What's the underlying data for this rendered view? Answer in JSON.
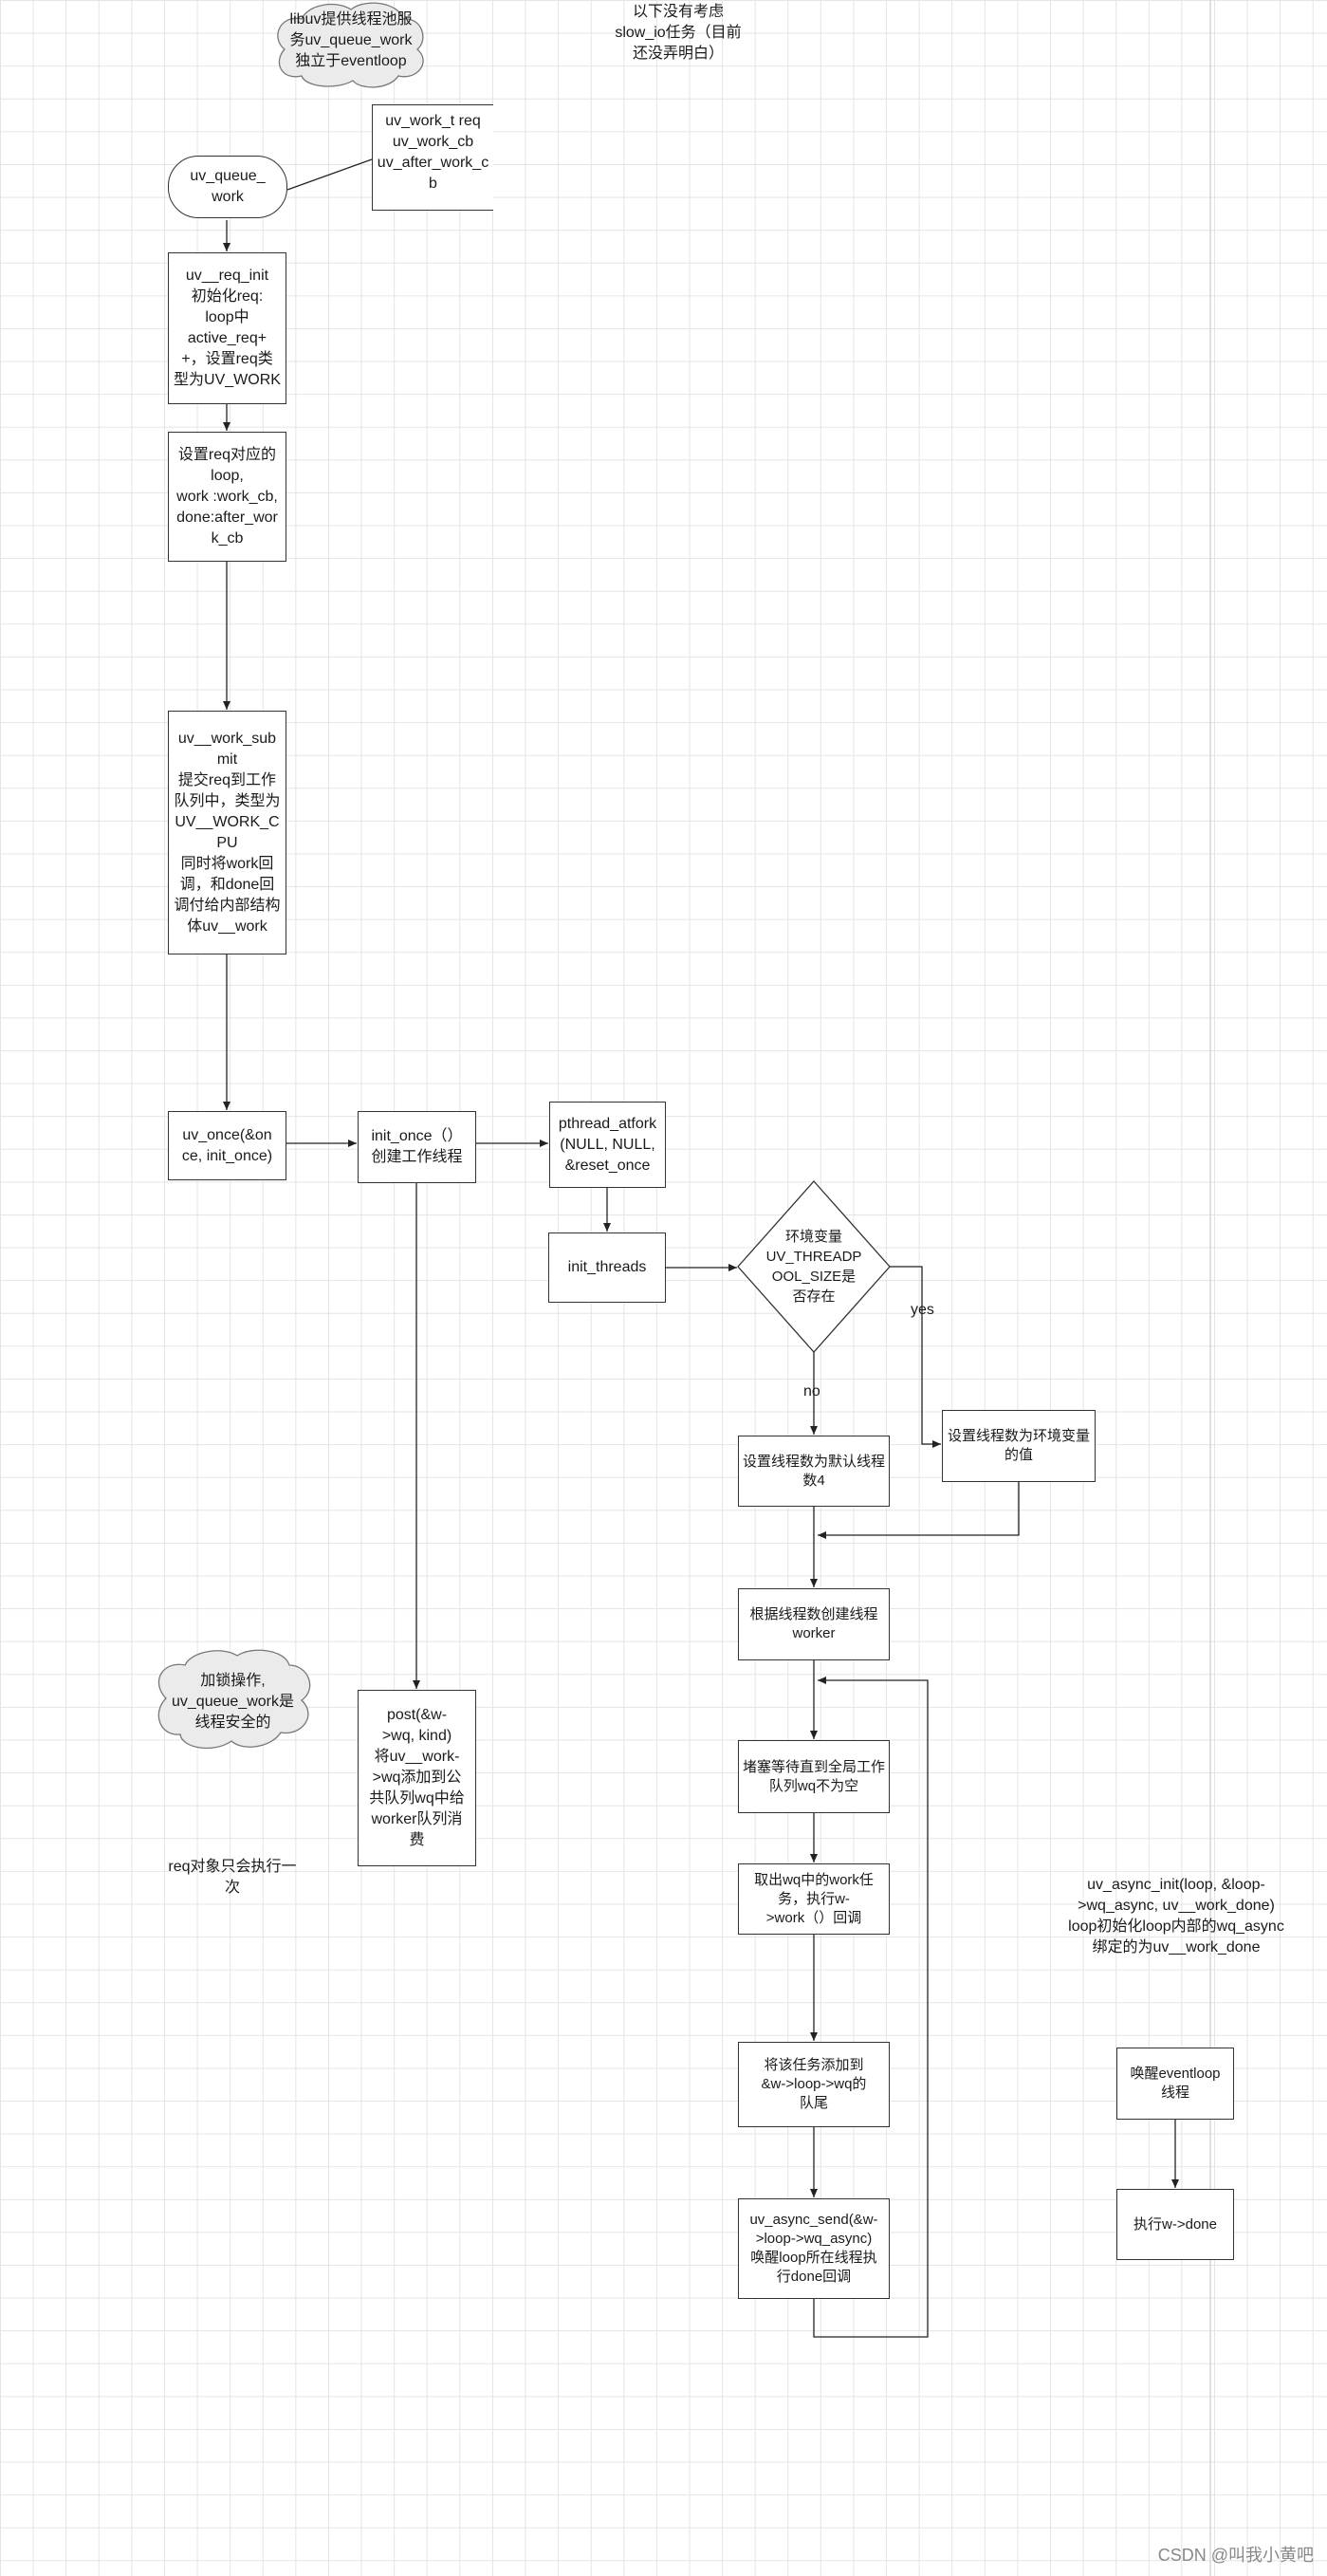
{
  "clouds": {
    "libuv_pool": "libuv提供线程池服\n务uv_queue_work\n独立于eventloop",
    "thread_safe": "加锁操作,\nuv_queue_work是\n线程安全的"
  },
  "notes": {
    "slow_io": "以下没有考虑\nslow_io任务（目前\n还没弄明白）",
    "req_once": "req对象只会执行一\n次",
    "async_init": "uv_async_init(loop, &loop-\n>wq_async, uv__work_done)\nloop初始化loop内部的wq_async\n绑定的为uv__work_done",
    "queue_params": "uv_work_t req\nuv_work_cb\nuv_after_work_c\nb"
  },
  "nodes": {
    "queue_work": "uv_queue_\nwork",
    "req_init": "uv__req_init\n初始化req:\nloop中\nactive_req+\n+，设置req类\n型为UV_WORK",
    "set_loop": "设置req对应的\nloop,\nwork :work_cb,\ndone:after_wor\nk_cb",
    "work_submit": "uv__work_sub\nmit\n提交req到工作\n队列中，类型为\nUV__WORK_C\nPU\n同时将work回\n调，和done回\n调付给内部结构\n体uv__work",
    "uv_once": "uv_once(&on\nce, init_once)",
    "init_once": "init_once（）\n创建工作线程",
    "atfork": "pthread_atfork\n(NULL, NULL,\n&reset_once",
    "init_threads": "init_threads",
    "env_check": "环境变量\nUV_THREADP\nOOL_SIZE是\n否存在",
    "default_threads": "设置线程数为默认线程\n数4",
    "env_threads": "设置线程数为环境变量\n的值",
    "create_workers": "根据线程数创建线程\nworker",
    "block_wait": "堵塞等待直到全局工作\n队列wq不为空",
    "take_work": "取出wq中的work任\n务，执行w-\n>work（）回调",
    "append_wq": "将该任务添加到\n&w->loop->wq的\n队尾",
    "async_send": "uv_async_send(&w-\n>loop->wq_async)\n唤醒loop所在线程执\n行done回调",
    "post": "post(&w-\n>wq, kind)\n将uv__work-\n>wq添加到公\n共队列wq中给\nworker队列消\n费",
    "wake_loop": "唤醒eventloop\n线程",
    "exec_done": "执行w->done"
  },
  "labels": {
    "yes": "yes",
    "no": "no"
  },
  "watermark": "CSDN @叫我小黄吧"
}
